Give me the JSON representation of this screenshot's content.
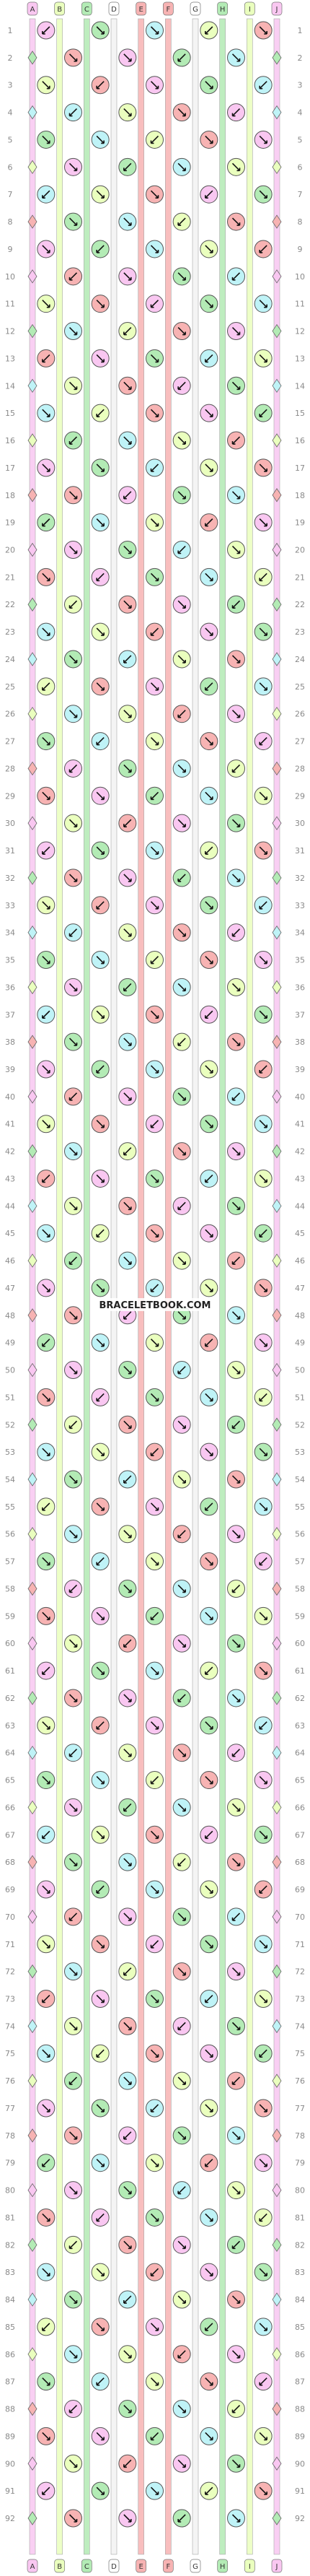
{
  "diagram": {
    "strand_labels": [
      "A",
      "B",
      "C",
      "D",
      "E",
      "F",
      "G",
      "H",
      "I",
      "J"
    ],
    "colors": {
      "A": "#f9c7f1",
      "B": "#eaffbe",
      "C": "#b3ebb5",
      "D": "#ffffff",
      "E": "#f7b3b3",
      "F": "#f7b3b3",
      "G": "#ffffff",
      "H": "#b3ebb5",
      "I": "#eaffbe",
      "J": "#f9c7f1"
    },
    "palette": [
      "#f9c7f1",
      "#eaffbe",
      "#b3ebb5",
      "#f7b3b3",
      "#bff3f7"
    ],
    "row_count": 92,
    "watermark": "BRACELETBOOK.COM"
  }
}
